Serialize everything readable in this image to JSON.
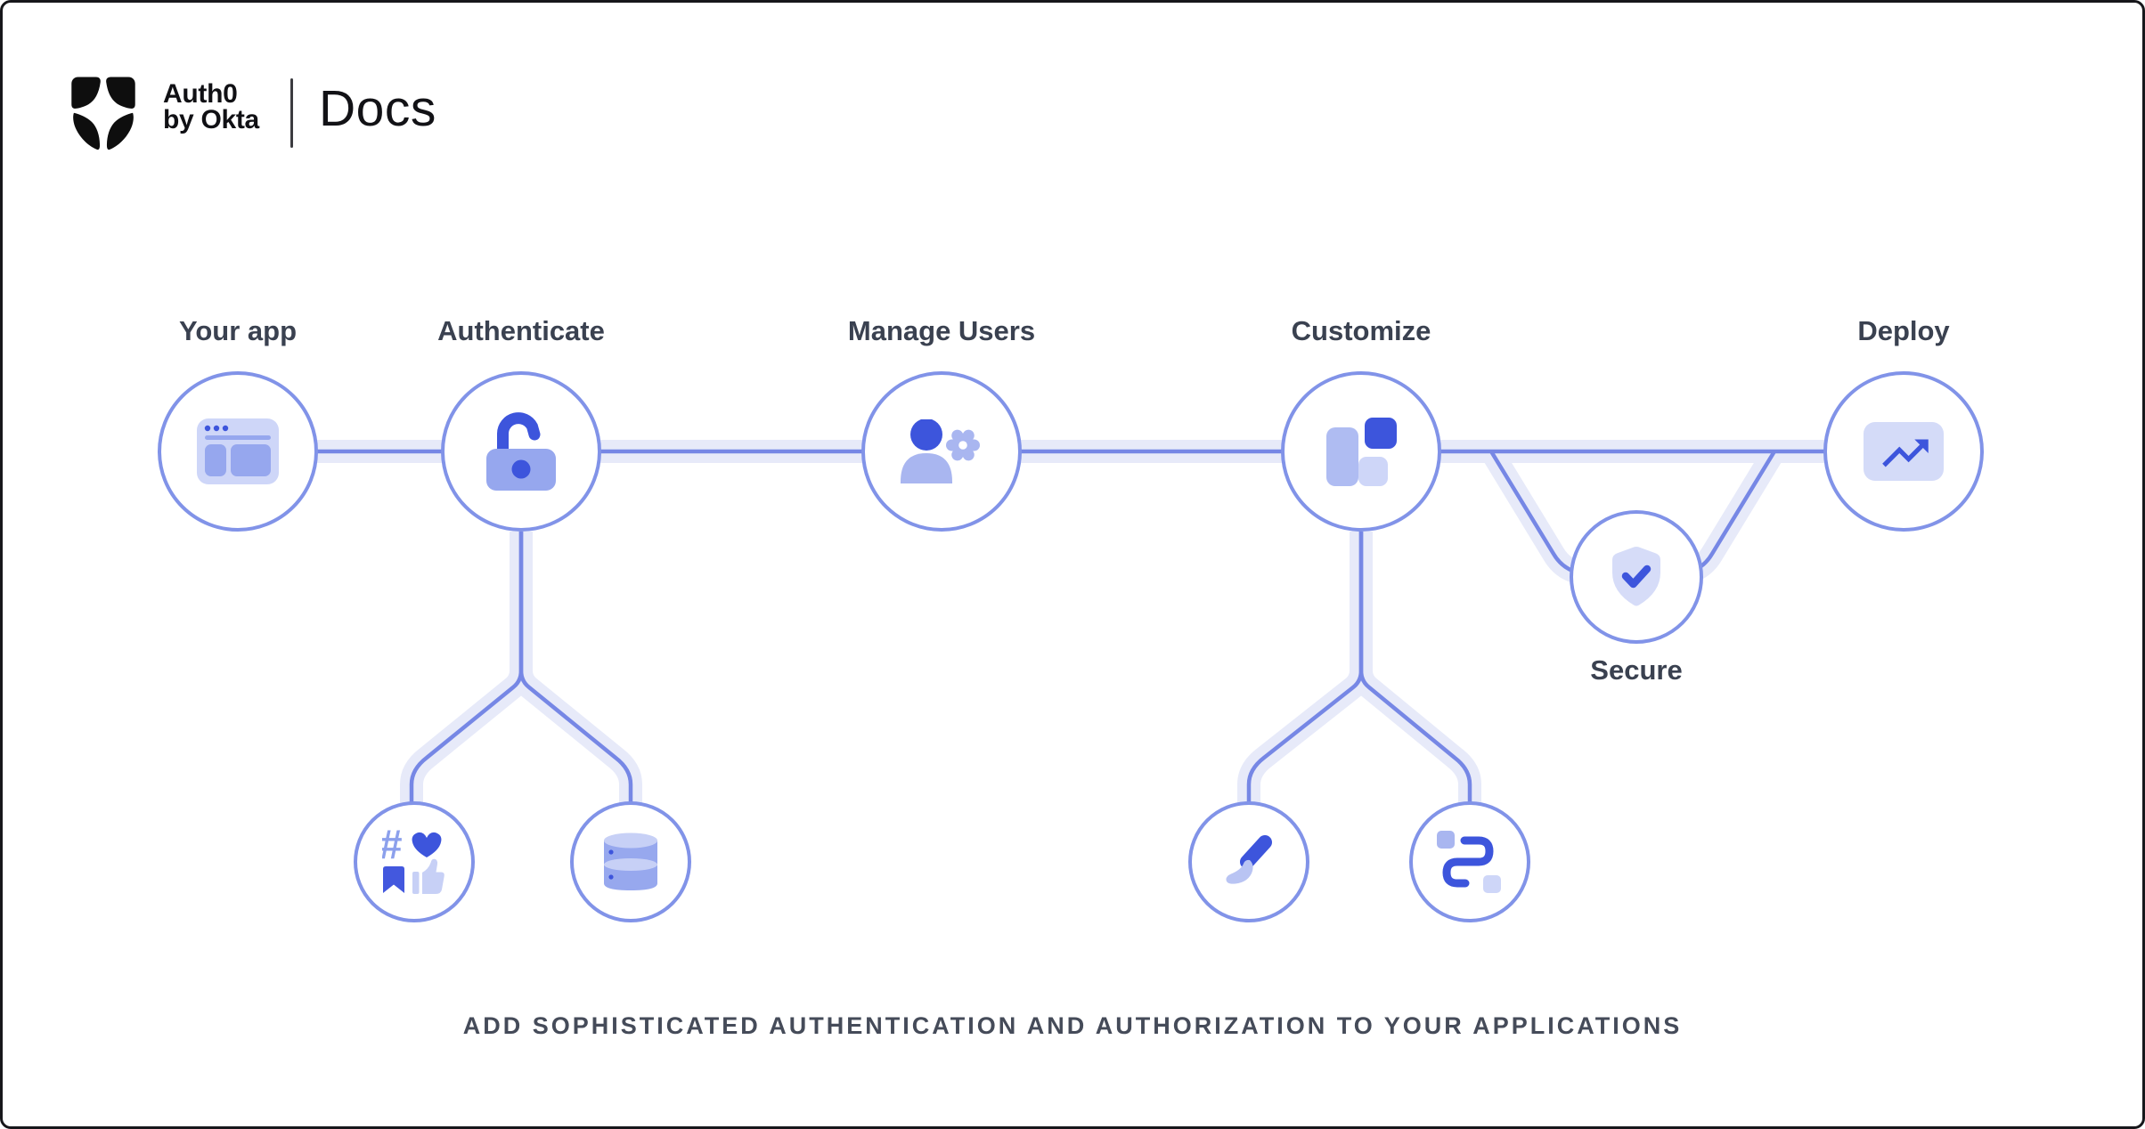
{
  "header": {
    "logo": {
      "line1": "Auth0",
      "line2": "by Okta"
    },
    "product": "Docs"
  },
  "diagram": {
    "nodes": [
      {
        "id": "your-app",
        "label": "Your app",
        "icon": "browser-window-icon"
      },
      {
        "id": "authenticate",
        "label": "Authenticate",
        "icon": "unlock-icon"
      },
      {
        "id": "manage-users",
        "label": "Manage Users",
        "icon": "user-gear-icon"
      },
      {
        "id": "customize",
        "label": "Customize",
        "icon": "layout-blocks-icon"
      },
      {
        "id": "deploy",
        "label": "Deploy",
        "icon": "trending-up-icon"
      },
      {
        "id": "secure",
        "label": "Secure",
        "icon": "shield-check-icon"
      }
    ],
    "subnodes": [
      {
        "id": "social-connections",
        "parent": "authenticate",
        "icon": "social-icons",
        "hash_glyph": "#"
      },
      {
        "id": "database",
        "parent": "authenticate",
        "icon": "database-icon"
      },
      {
        "id": "branding",
        "parent": "customize",
        "icon": "paintbrush-icon"
      },
      {
        "id": "actions-flow",
        "parent": "customize",
        "icon": "flow-icon"
      }
    ]
  },
  "tagline": "ADD SOPHISTICATED AUTHENTICATION AND AUTHORIZATION TO YOUR APPLICATIONS",
  "colors": {
    "accent_dark": "#3D55DC",
    "accent_medium": "#97A8EE",
    "accent_light": "#CED6F8",
    "circle_stroke": "#8193E8",
    "connector_line": "#7687E5",
    "connector_band": "#E7EAF9",
    "label_text": "#3A4150",
    "tagline_text": "#454B59"
  }
}
